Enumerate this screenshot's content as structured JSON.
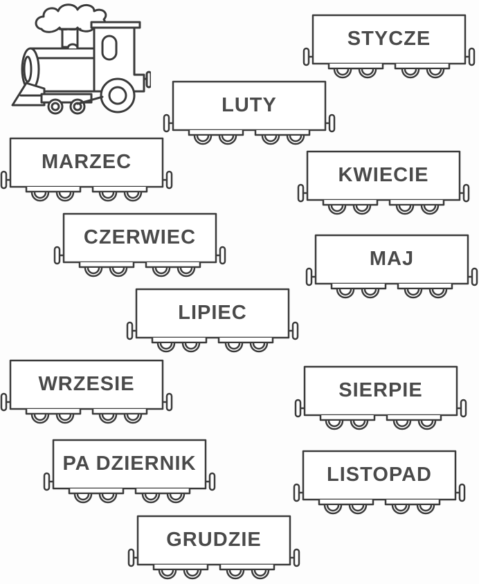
{
  "wagons": [
    {
      "label": "STYCZE"
    },
    {
      "label": "LUTY"
    },
    {
      "label": "MARZEC"
    },
    {
      "label": "KWIECIE"
    },
    {
      "label": "CZERWIEC"
    },
    {
      "label": "MAJ"
    },
    {
      "label": "LIPIEC"
    },
    {
      "label": "WRZESIE"
    },
    {
      "label": "SIERPIE"
    },
    {
      "label": "PA DZIERNIK"
    },
    {
      "label": "LISTOPAD"
    },
    {
      "label": "GRUDZIE"
    }
  ],
  "colors": {
    "ink": "#3a3a3a",
    "text": "#4a4a4a",
    "paper": "#fdfdfd"
  }
}
